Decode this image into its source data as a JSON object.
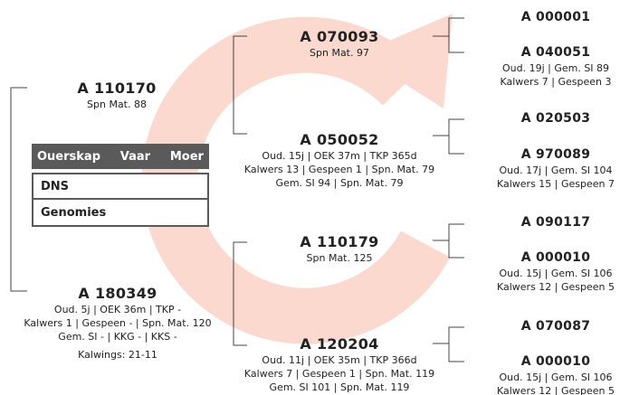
{
  "colors": {
    "arrow": "#fbd9cf",
    "lines": "#444444",
    "header_bg": "#5a5a5a"
  },
  "ouerskap": {
    "tabs": [
      "Ouerskap",
      "Vaar",
      "Moer"
    ],
    "rows": [
      "DNS",
      "Genomies"
    ]
  },
  "gen1": {
    "sire": {
      "id": "A 110170",
      "lines": [
        "Spn Mat. 88"
      ]
    },
    "dam": {
      "id": "A 180349",
      "lines": [
        "Oud. 5j | OEK 36m | TKP -",
        "Kalwers 1 | Gespeen - | Spn. Mat. 120",
        "Gem. SI - | KKG - | KKS -",
        "Kalwings: 21-11"
      ]
    }
  },
  "gen2": {
    "ss": {
      "id": "A 070093",
      "lines": [
        "Spn Mat. 97"
      ]
    },
    "sd": {
      "id": "A 050052",
      "lines": [
        "Oud. 15j | OEK 37m | TKP 365d",
        "Kalwers 13 | Gespeen 1 | Spn. Mat. 79",
        "Gem. SI 94 | Spn. Mat. 79"
      ]
    },
    "ds": {
      "id": "A 110179",
      "lines": [
        "Spn Mat. 125"
      ]
    },
    "dd": {
      "id": "A 120204",
      "lines": [
        "Oud. 11j | OEK 35m | TKP 366d",
        "Kalwers 7 | Gespeen 1 | Spn. Mat. 119",
        "Gem. SI 101 | Spn. Mat. 119"
      ]
    }
  },
  "gen3": [
    {
      "id": "A 000001",
      "lines": []
    },
    {
      "id": "A 040051",
      "lines": [
        "Oud. 19j | Gem. SI 89",
        "Kalwers 7 | Gespeen 3"
      ]
    },
    {
      "id": "A 020503",
      "lines": []
    },
    {
      "id": "A 970089",
      "lines": [
        "Oud. 17j | Gem. SI 104",
        "Kalwers 15 | Gespeen 7"
      ]
    },
    {
      "id": "A 090117",
      "lines": []
    },
    {
      "id": "A 000010",
      "lines": [
        "Oud. 15j | Gem. SI 106",
        "Kalwers 12 | Gespeen 5"
      ]
    },
    {
      "id": "A 070087",
      "lines": []
    },
    {
      "id": "A 000010",
      "lines": [
        "Oud. 15j | Gem. SI 106",
        "Kalwers 12 | Gespeen 5"
      ]
    }
  ]
}
